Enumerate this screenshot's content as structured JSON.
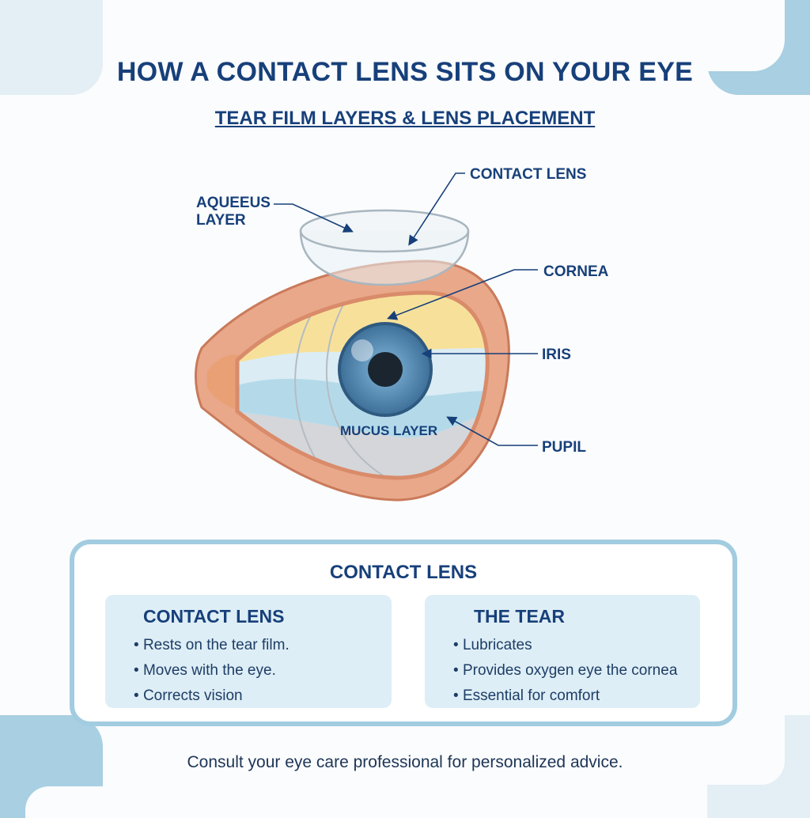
{
  "title": "HOW A CONTACT LENS SITS ON YOUR EYE",
  "subtitle": "TEAR FILM LAYERS & LENS PLACEMENT",
  "labels": {
    "aqueous_line1": "AQUEEUS",
    "aqueous_line2": "LAYER",
    "contact_lens": "CONTACT LENS",
    "cornea": "CORNEA",
    "iris": "IRIS",
    "pupil": "PUPIL",
    "mucus_layer": "MUCUS LAYER"
  },
  "card": {
    "title": "CONTACT LENS",
    "panels": [
      {
        "heading": "CONTACT LENS",
        "items": [
          "Rests on the tear film.",
          "Moves with the eye.",
          "Corrects vision"
        ]
      },
      {
        "heading": "THE TEAR",
        "items": [
          "Lubricates",
          "Provides oxygen eye the cornea",
          "Essential for comfort"
        ]
      }
    ]
  },
  "footer": "Consult your eye care professional for personalized advice.",
  "colors": {
    "primary": "#17407a",
    "accent_border": "#a2cce0",
    "panel_bg": "#deeef6"
  }
}
